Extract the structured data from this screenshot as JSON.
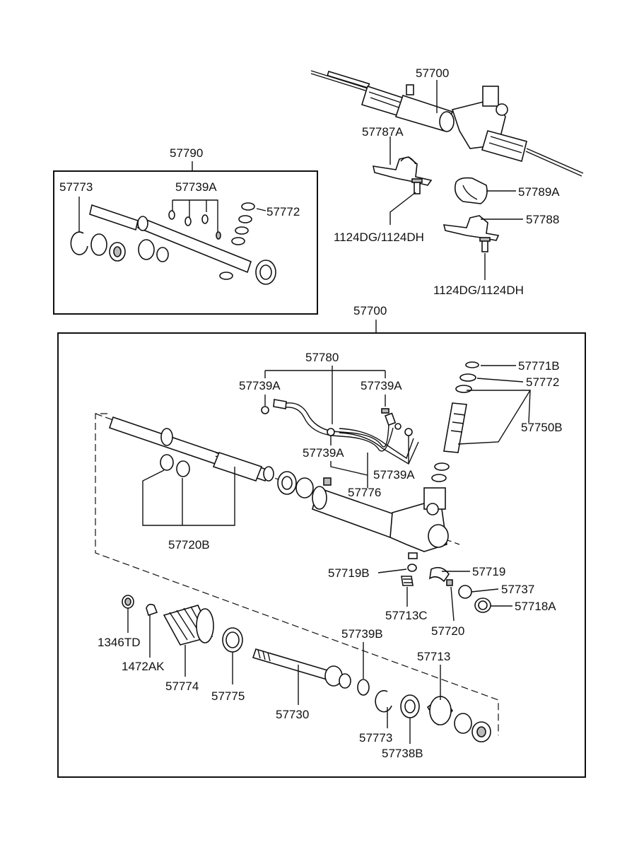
{
  "labels": {
    "top_assembly": "57700",
    "bracket_a": "57787A",
    "bolt_top_1": "1124DG/1124DH",
    "bushing_a": "57789A",
    "bracket": "57788",
    "bolt_top_2": "1124DG/1124DH",
    "seal_kit": "57790",
    "kit_ring": "57773",
    "kit_oring": "57739A",
    "kit_seal": "57772",
    "main_assembly": "57700",
    "tube_set": "57780",
    "oring_left": "57739A",
    "oring_right": "57739A",
    "oring_mid_left": "57739A",
    "oring_mid_right": "57739A",
    "tube": "57776",
    "valve_seal_b": "57771B",
    "valve_seal": "57772",
    "valve": "57750B",
    "rack_seals": "57720B",
    "yoke_b": "57719B",
    "yoke": "57719",
    "spring": "57737",
    "yoke_plug": "57713C",
    "locknut": "57720",
    "seal_a": "57718A",
    "clamp_1": "1346TD",
    "clamp_2": "1472AK",
    "bellows": "57774",
    "band": "57775",
    "inner_tie_rod": "57730",
    "washer": "57739B",
    "end_plug": "57713",
    "snap_ring": "57773",
    "bushing_b": "57738B"
  }
}
